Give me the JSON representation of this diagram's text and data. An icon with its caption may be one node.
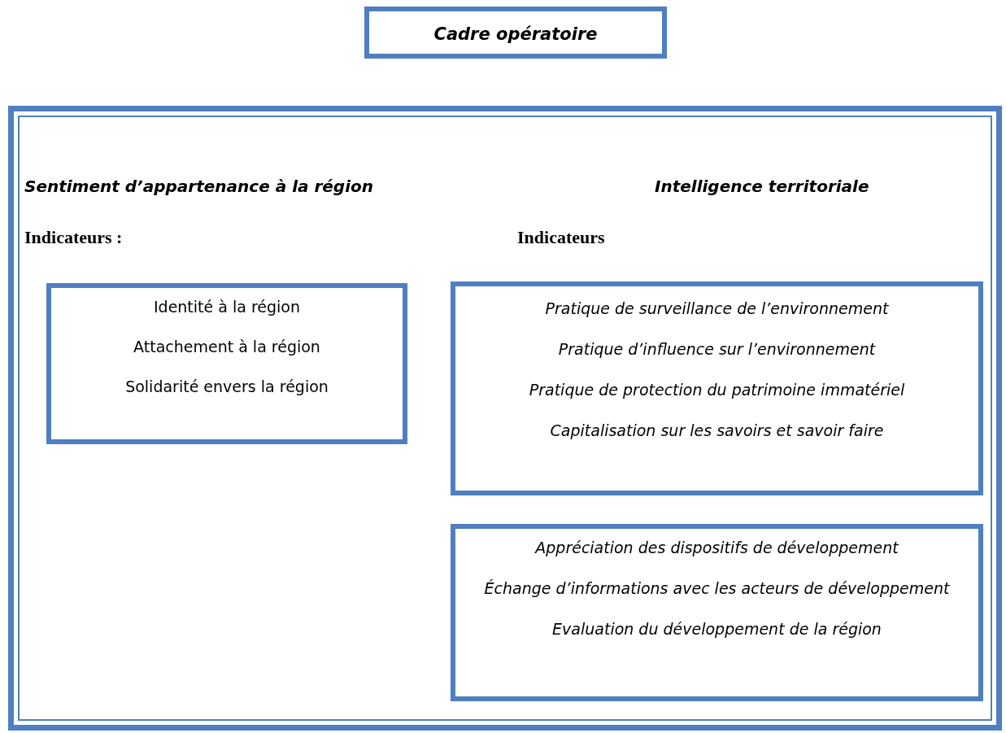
{
  "diagram": {
    "nodes": [
      {
        "text": [
          "Cadre opératoire"
        ]
      },
      {
        "text": [],
        "shape": "box"
      },
      {
        "text": [
          "Identité à la région",
          "Attachement à la région",
          "Solidarité envers la région"
        ],
        "in": 1
      },
      {
        "text": [
          "Pratique de surveillance de l’environnement",
          "Pratique d’influence sur l’environnement",
          "Pratique de protection du patrimoine immatériel",
          "Capitalisation sur les savoirs et savoir faire"
        ],
        "in": 1
      },
      {
        "text": [
          "Appréciation des dispositifs de développement",
          "Échange d’informations avec les acteurs de développement",
          "Evaluation du développement de la région"
        ],
        "in": 1
      }
    ],
    "labels": [
      "Sentiment d’appartenance à la région",
      "Intelligence territoriale",
      "Indicateurs :",
      "Indicateurs"
    ]
  }
}
